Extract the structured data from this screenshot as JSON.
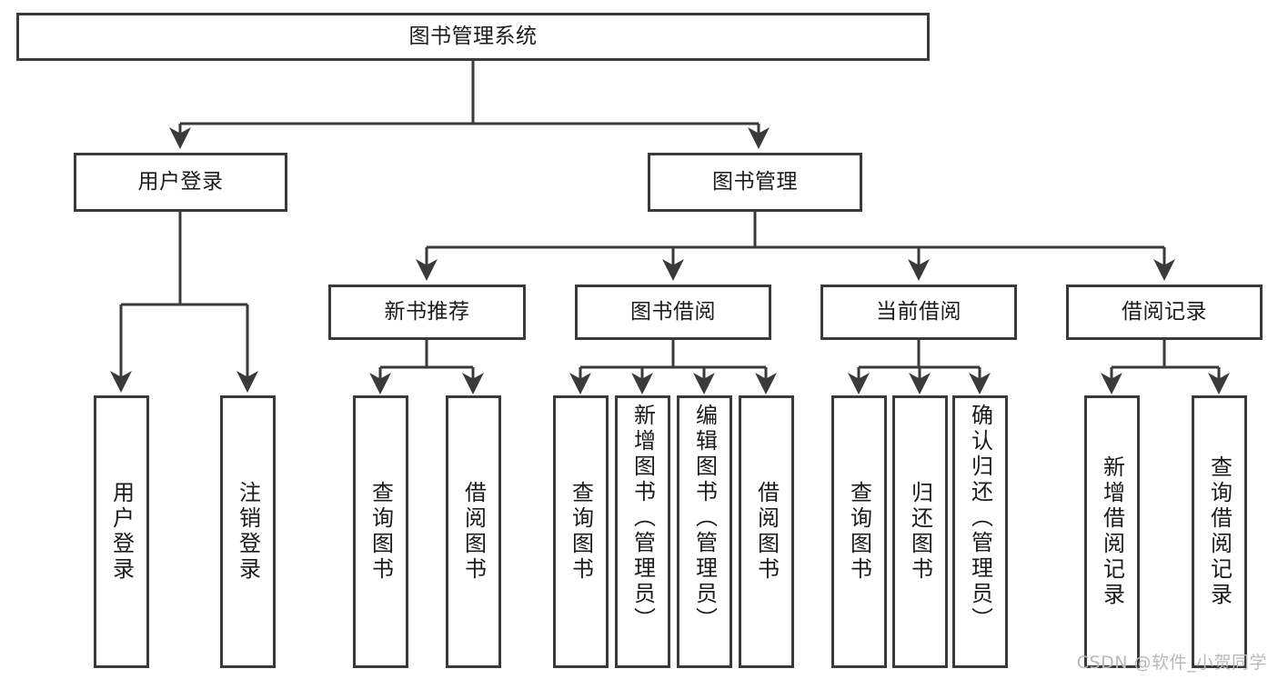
{
  "diagram": {
    "title_node": {
      "label": "图书管理系统"
    },
    "level2": [
      {
        "id": "user-login",
        "label": "用户登录"
      },
      {
        "id": "book-management",
        "label": "图书管理"
      }
    ],
    "level3": [
      {
        "id": "new-book-recommend",
        "label": "新书推荐"
      },
      {
        "id": "book-borrow",
        "label": "图书借阅"
      },
      {
        "id": "current-borrow",
        "label": "当前借阅"
      },
      {
        "id": "borrow-record",
        "label": "借阅记录"
      }
    ],
    "leaves": {
      "user_login": [
        {
          "id": "leaf-user-login",
          "label": "用户登录"
        },
        {
          "id": "leaf-logout-login",
          "label": "注销登录"
        }
      ],
      "new_book_recommend": [
        {
          "id": "leaf-query-book-1",
          "label": "查询图书"
        },
        {
          "id": "leaf-borrow-book-1",
          "label": "借阅图书"
        }
      ],
      "book_borrow": [
        {
          "id": "leaf-query-book-2",
          "label": "查询图书"
        },
        {
          "id": "leaf-add-book",
          "label": "新增图书（管理员）"
        },
        {
          "id": "leaf-edit-book",
          "label": "编辑图书（管理员）"
        },
        {
          "id": "leaf-borrow-book-2",
          "label": "借阅图书"
        }
      ],
      "current_borrow": [
        {
          "id": "leaf-query-book-3",
          "label": "查询图书"
        },
        {
          "id": "leaf-return-book",
          "label": "归还图书"
        },
        {
          "id": "leaf-confirm-return",
          "label": "确认归还（管理员）"
        }
      ],
      "borrow_record": [
        {
          "id": "leaf-add-record",
          "label": "新增借阅记录"
        },
        {
          "id": "leaf-query-record",
          "label": "查询借阅记录"
        }
      ]
    }
  },
  "watermark": {
    "text": "CSDN @软件_小贺同学"
  },
  "colors": {
    "stroke": "#3a3a3a",
    "fill": "#ffffff",
    "text": "#1b1b1b",
    "watermark": "#b9b9b9"
  }
}
